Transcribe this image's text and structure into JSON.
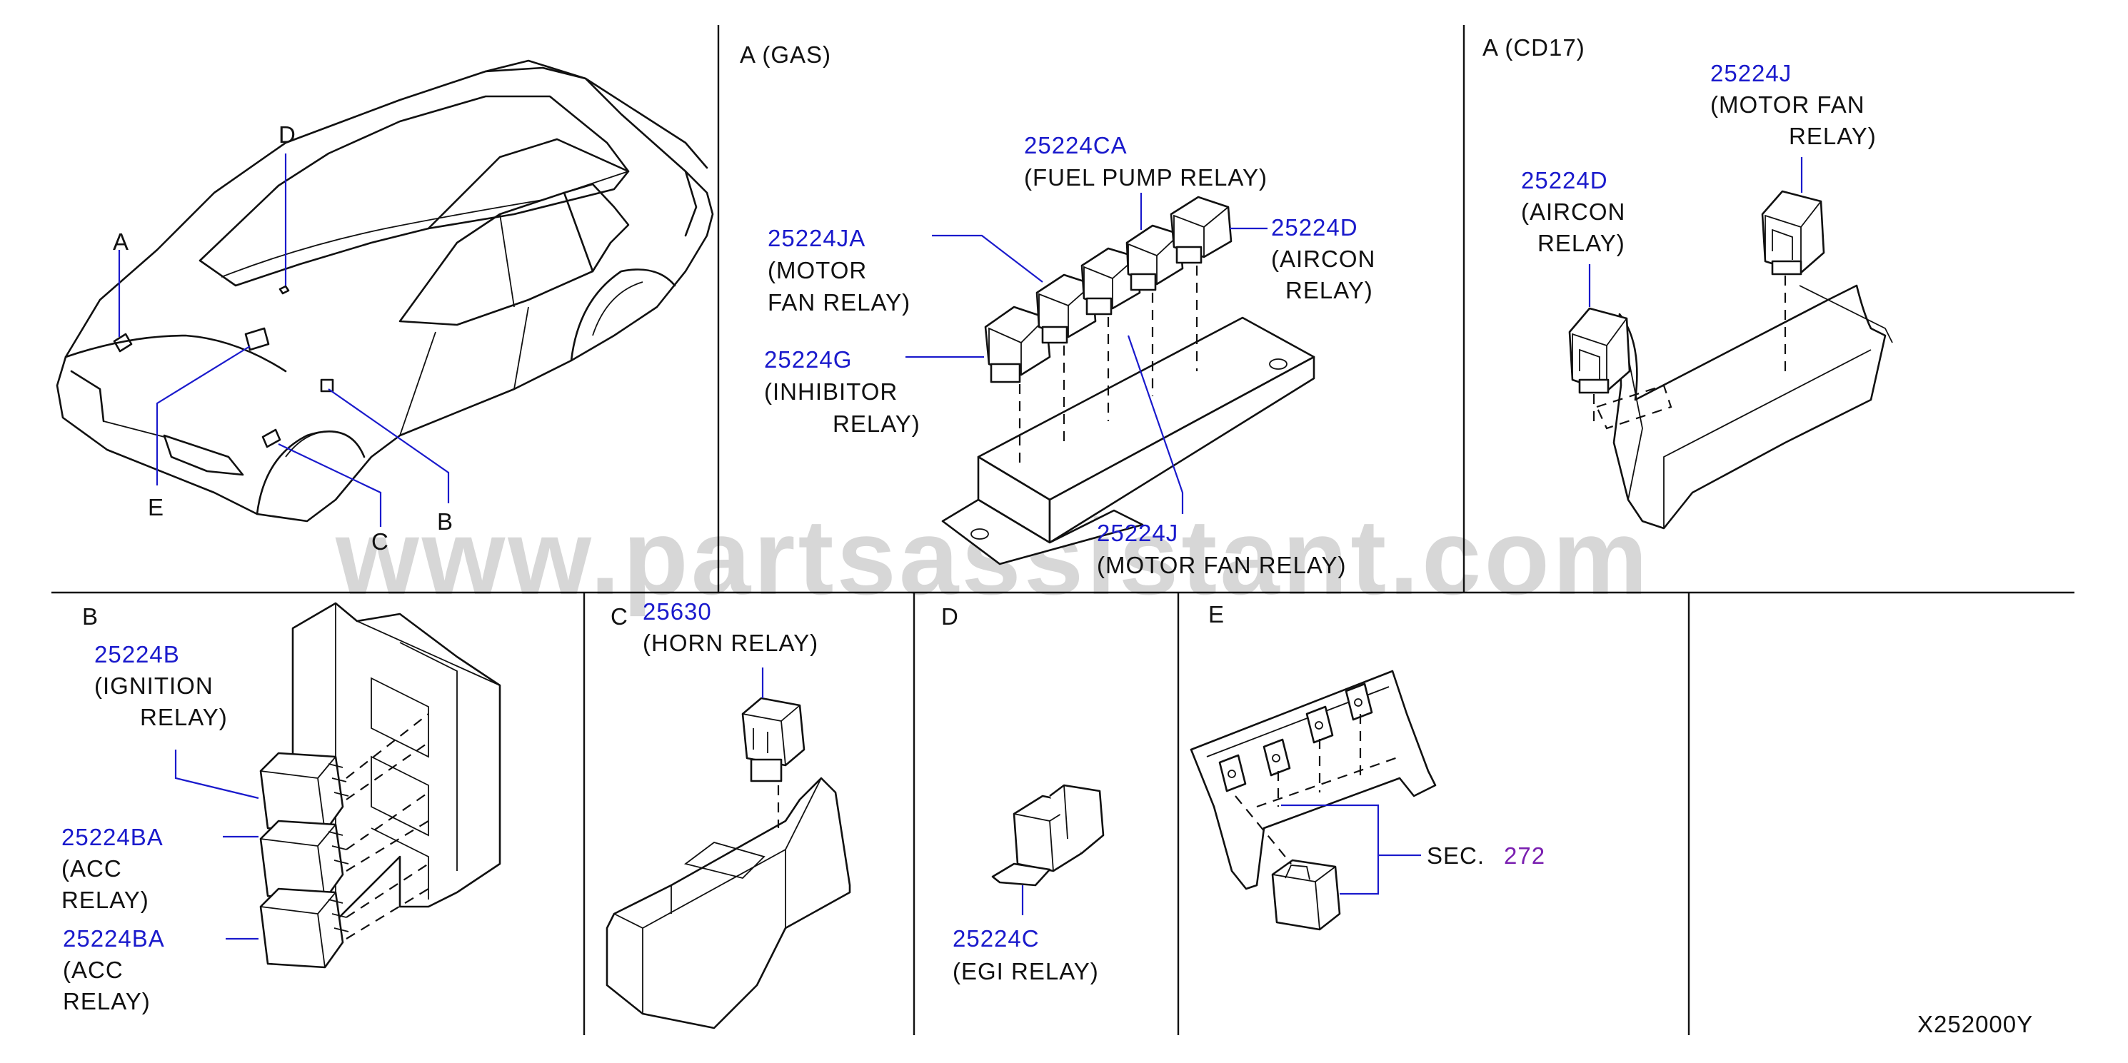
{
  "watermark": "www.partsassistant.com",
  "drawing_code": "X252000Y",
  "car": {
    "labels": {
      "a": "A",
      "b": "B",
      "c": "C",
      "d": "D",
      "e": "E"
    }
  },
  "panel_a_gas": {
    "title": "A  (GAS)",
    "parts": [
      {
        "number": "25224CA",
        "desc": [
          "(FUEL   PUMP   RELAY)"
        ]
      },
      {
        "number": "25224D",
        "desc": [
          "(AIRCON",
          "RELAY)"
        ]
      },
      {
        "number": "25224JA",
        "desc": [
          "(MOTOR",
          "FAN   RELAY)"
        ]
      },
      {
        "number": "25224G",
        "desc": [
          "(INHIBITOR",
          "RELAY)"
        ]
      },
      {
        "number": "25224J",
        "desc": [
          "(MOTOR   FAN   RELAY)"
        ]
      }
    ]
  },
  "panel_a_cd17": {
    "title": "A  (CD17)",
    "parts": [
      {
        "number": "25224J",
        "desc": [
          "(MOTOR   FAN",
          "RELAY)"
        ]
      },
      {
        "number": "25224D",
        "desc": [
          "(AIRCON",
          "RELAY)"
        ]
      }
    ]
  },
  "panel_b": {
    "title": "B",
    "parts": [
      {
        "number": "25224B",
        "desc": [
          "(IGNITION",
          "RELAY)"
        ]
      },
      {
        "number": "25224BA",
        "desc": [
          "(ACC",
          "RELAY)"
        ]
      },
      {
        "number": "25224BA",
        "desc": [
          "(ACC",
          "RELAY)"
        ]
      }
    ]
  },
  "panel_c": {
    "title": "C",
    "parts": [
      {
        "number": "25630",
        "desc": [
          "(HORN   RELAY)"
        ]
      }
    ]
  },
  "panel_d": {
    "title": "D",
    "parts": [
      {
        "number": "25224C",
        "desc": [
          "(EGI   RELAY)"
        ]
      }
    ]
  },
  "panel_e": {
    "title": "E",
    "sec_label": "SEC.",
    "sec_number": "272"
  }
}
